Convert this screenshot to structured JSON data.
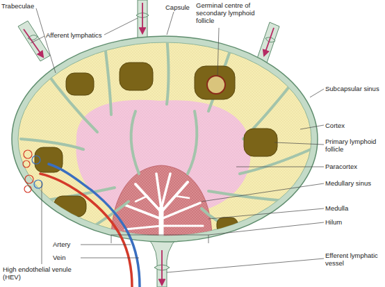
{
  "diagram": {
    "labels": [
      "Trabeculae",
      "Afferent lymphatics",
      "Capsule",
      "Germinal centre of secondary lymphoid follicle",
      "Subcapsular sinus",
      "Cortex",
      "Primary lymphoid follicle",
      "Paracortex",
      "Medullary sinus",
      "Medulla",
      "Hilum",
      "Artery",
      "Vein",
      "High endothelial venule (HEV)",
      "Efferent lymphatic vessel"
    ]
  }
}
